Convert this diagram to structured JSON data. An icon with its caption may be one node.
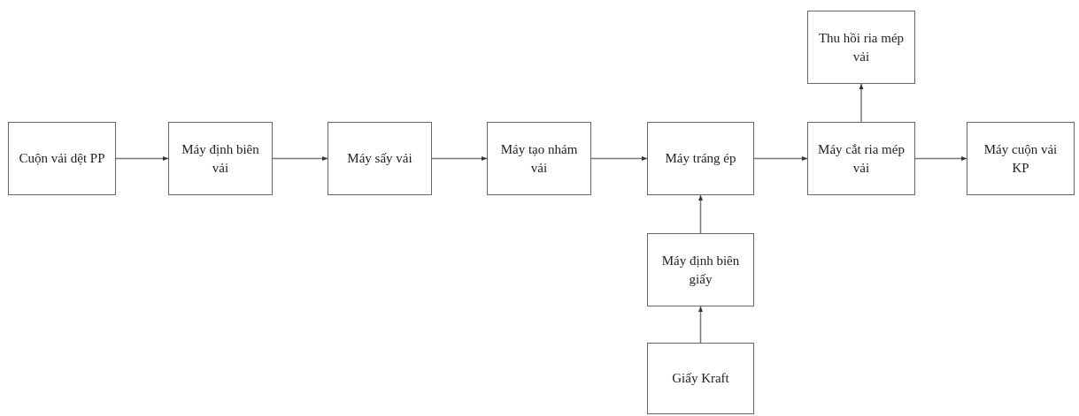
{
  "diagram": {
    "nodes": [
      {
        "text": [
          "Thu hồi ria mép vải"
        ]
      },
      {
        "text": [
          "Cuộn vải dệt PP"
        ]
      },
      {
        "text": [
          "Máy định biên vải"
        ]
      },
      {
        "text": [
          "Máy sấy vải"
        ]
      },
      {
        "text": [
          "Máy tạo nhám vải"
        ]
      },
      {
        "text": [
          "Máy tráng ép"
        ]
      },
      {
        "text": [
          "Máy cắt ria mép vải"
        ]
      },
      {
        "text": [
          "Máy cuộn vải KP"
        ]
      },
      {
        "text": [
          "Máy định biên giấy"
        ]
      },
      {
        "text": [
          "Giấy Kraft"
        ]
      }
    ],
    "edges": [
      {
        "from": 1,
        "to": 2,
        "arrow": "to"
      },
      {
        "from": 2,
        "to": 3,
        "arrow": "to"
      },
      {
        "from": 3,
        "to": 4,
        "arrow": "to"
      },
      {
        "from": 4,
        "to": 5,
        "arrow": "to"
      },
      {
        "from": 5,
        "to": 6,
        "arrow": "to"
      },
      {
        "from": 6,
        "to": 7,
        "arrow": "to"
      },
      {
        "from": 6,
        "to": 0,
        "arrow": "to"
      },
      {
        "from": 8,
        "to": 5,
        "arrow": "to"
      },
      {
        "from": 9,
        "to": 8,
        "arrow": "to"
      }
    ]
  }
}
